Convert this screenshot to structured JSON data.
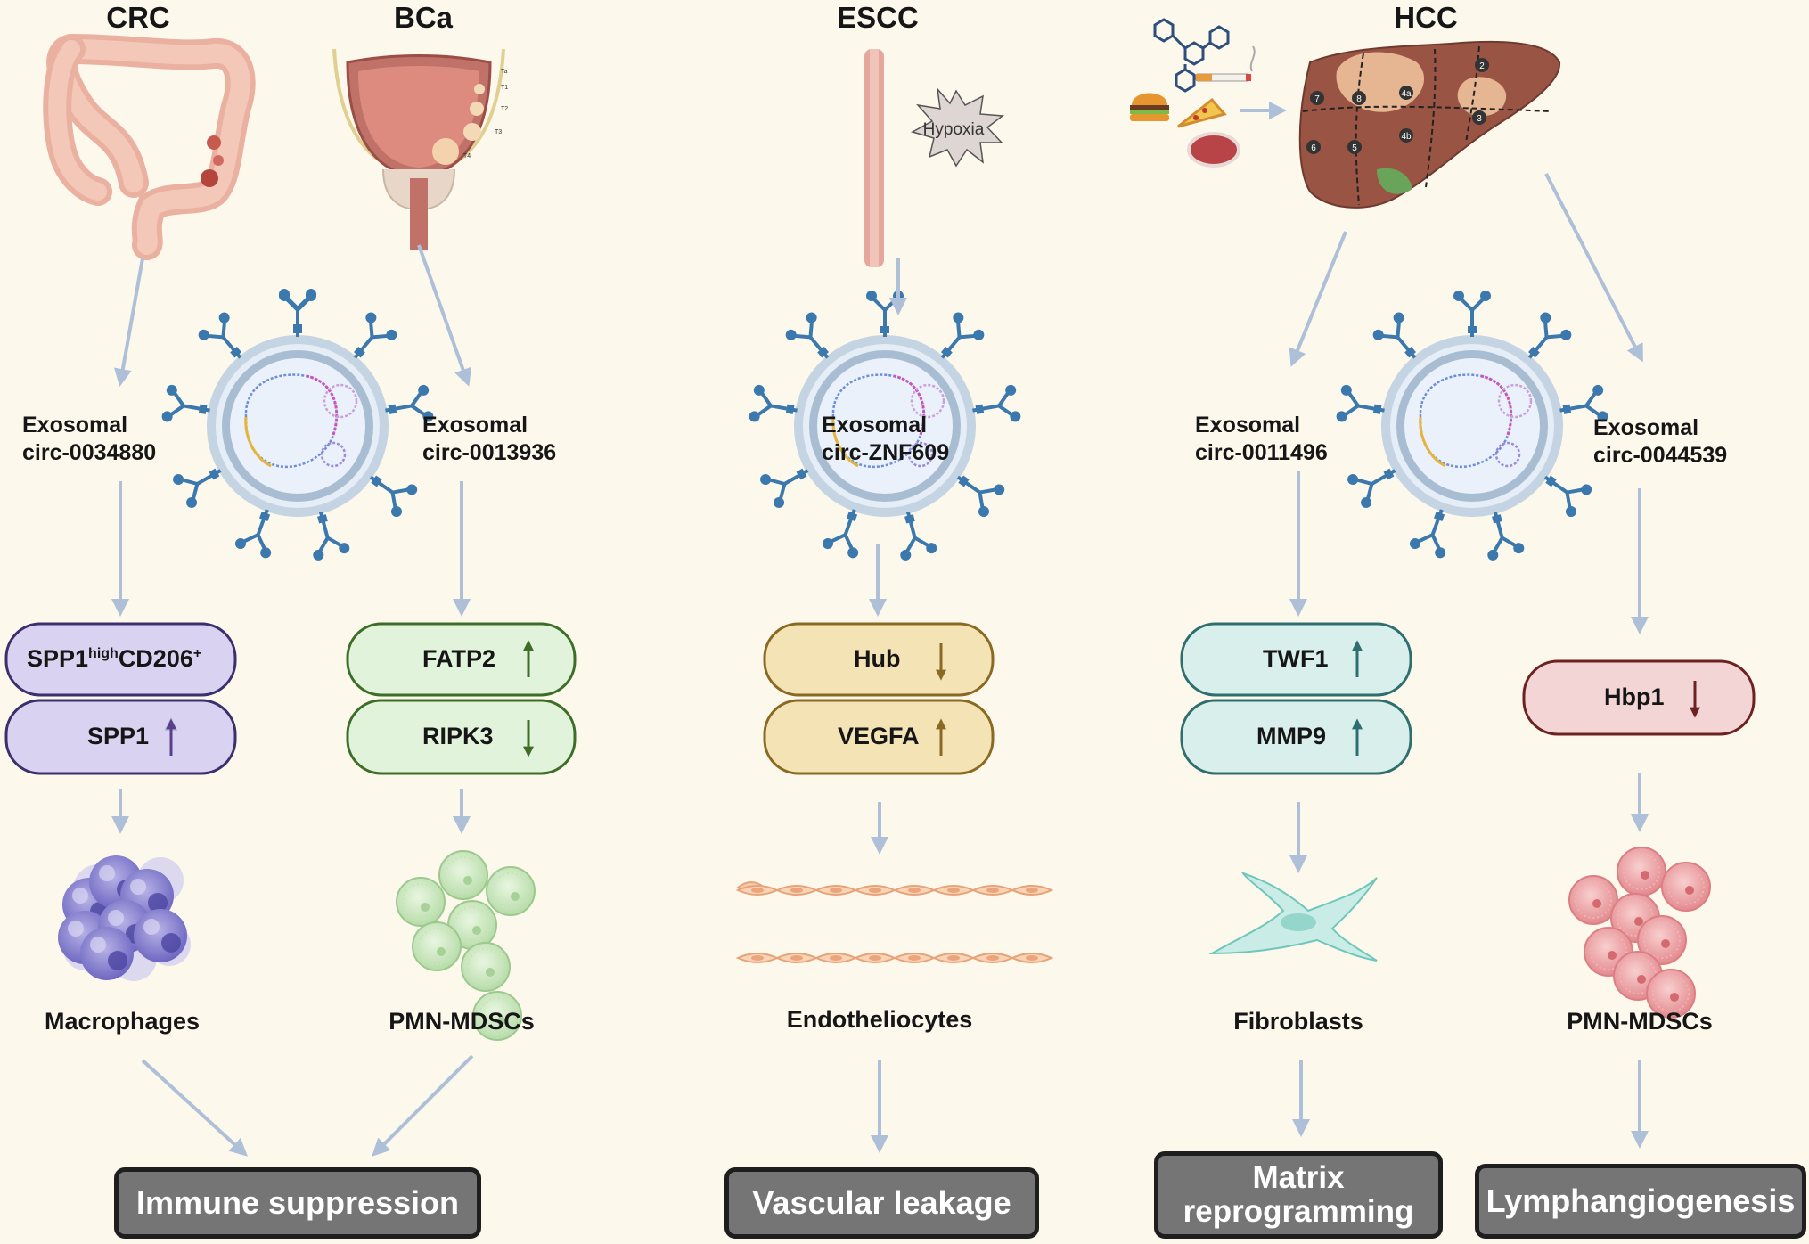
{
  "cancers": {
    "crc": "CRC",
    "bca": "BCa",
    "escc": "ESCC",
    "hcc": "HCC"
  },
  "hypoxia_label": "Hypoxia",
  "exosomal": {
    "crc": [
      "Exosomal",
      "circ-0034880"
    ],
    "bca": [
      "Exosomal",
      "circ-0013936"
    ],
    "escc": [
      "Exosomal",
      "circ-ZNF609"
    ],
    "hcc1": [
      "Exosomal",
      "circ-0011496"
    ],
    "hcc2": [
      "Exosomal",
      "circ-0044539"
    ]
  },
  "targets": {
    "crc_top_a": "SPP1",
    "crc_top_sup1": "high",
    "crc_top_b": "CD206",
    "crc_top_sup2": "+",
    "crc_bottom": "SPP1",
    "bca_top": "FATP2",
    "bca_bottom": "RIPK3",
    "escc_top": "Hub",
    "escc_bottom": "VEGFA",
    "hcc1_top": "TWF1",
    "hcc1_bottom": "MMP9",
    "hcc2_single": "Hbp1"
  },
  "cells": {
    "crc": "Macrophages",
    "bca": "PMN-MDSCs",
    "escc": "Endotheliocytes",
    "hcc1": "Fibroblasts",
    "hcc2": "PMN-MDSCs"
  },
  "outcomes": {
    "immune": "Immune suppression",
    "vascular": "Vascular leakage",
    "matrix": "Matrix reprogramming",
    "lymph": "Lymphangiogenesis"
  },
  "liver_segments": [
    "2",
    "3",
    "4a",
    "4b",
    "5",
    "6",
    "7",
    "8"
  ],
  "bladder_stages": [
    "Ta",
    "T1",
    "T2",
    "T3",
    "T4"
  ],
  "colors": {
    "background": "#fdf8ec",
    "arrow": "#aebfd8",
    "purple_fill": "#d9d3f1",
    "purple_border": "#3b2f6d",
    "green_fill": "#e2f3dc",
    "green_border": "#3d6e27",
    "yellow_fill": "#f3e3b5",
    "yellow_border": "#8a6a22",
    "teal_fill": "#d9efec",
    "teal_border": "#2f6e6e",
    "pink_fill": "#f3d5d5",
    "pink_border": "#6d2222",
    "outcome_fill": "#757575",
    "outcome_border": "#1e1e1e"
  }
}
